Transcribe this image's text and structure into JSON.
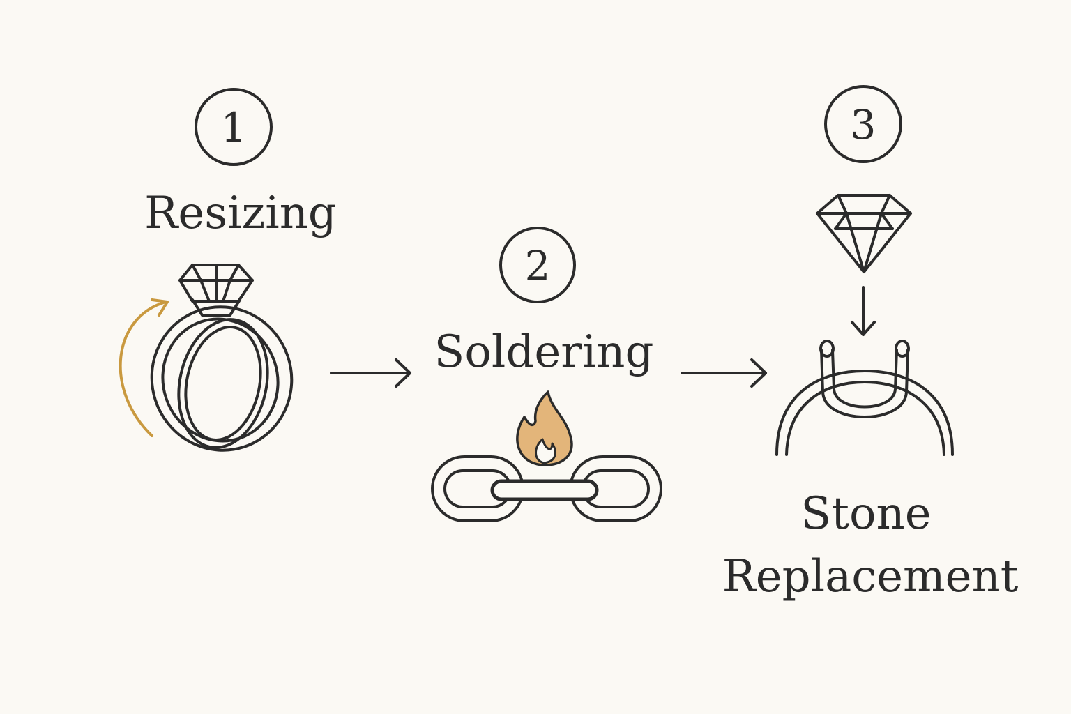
{
  "steps": [
    {
      "number": "1",
      "label": "Resizing"
    },
    {
      "number": "2",
      "label": "Soldering"
    },
    {
      "number": "3",
      "label_line1": "Stone",
      "label_line2": "Replacement"
    }
  ],
  "colors": {
    "background": "#fbf9f4",
    "ink": "#2b2b2b",
    "gold_arrow": "#c9993f",
    "flame": "#e3b57a"
  },
  "icons": [
    "ring-icon",
    "rotate-arrow-icon",
    "chain-icon",
    "flame-icon",
    "gem-icon",
    "prong-setting-icon"
  ]
}
